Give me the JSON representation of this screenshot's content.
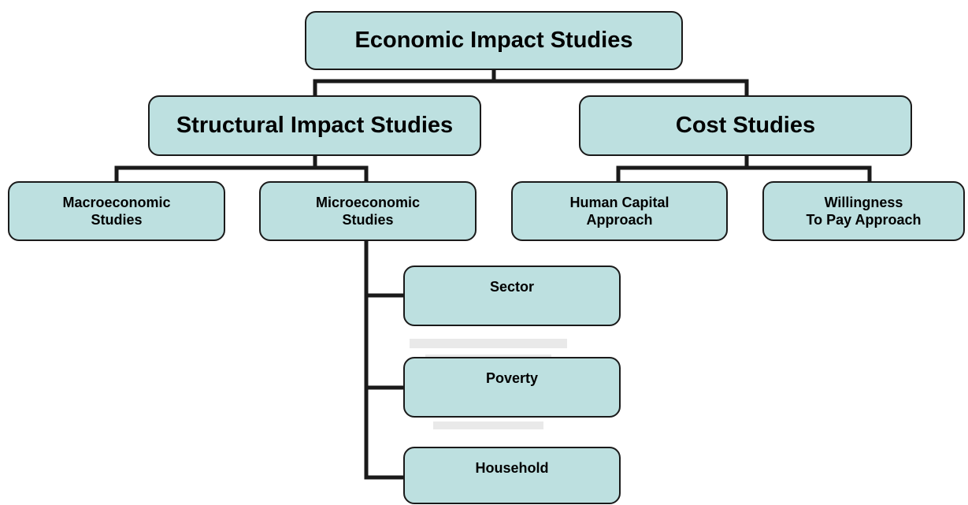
{
  "diagram": {
    "root": "Economic Impact Studies",
    "structural": "Structural Impact Studies",
    "cost": "Cost Studies",
    "macro": "Macroeconomic\nStudies",
    "micro": "Microeconomic\nStudies",
    "human_capital": "Human Capital\nApproach",
    "willingness": "Willingness\nTo Pay Approach",
    "sector": "Sector",
    "poverty": "Poverty",
    "household": "Household"
  },
  "colors": {
    "node_fill": "#bde0e0",
    "stroke": "#1a1a1a"
  }
}
